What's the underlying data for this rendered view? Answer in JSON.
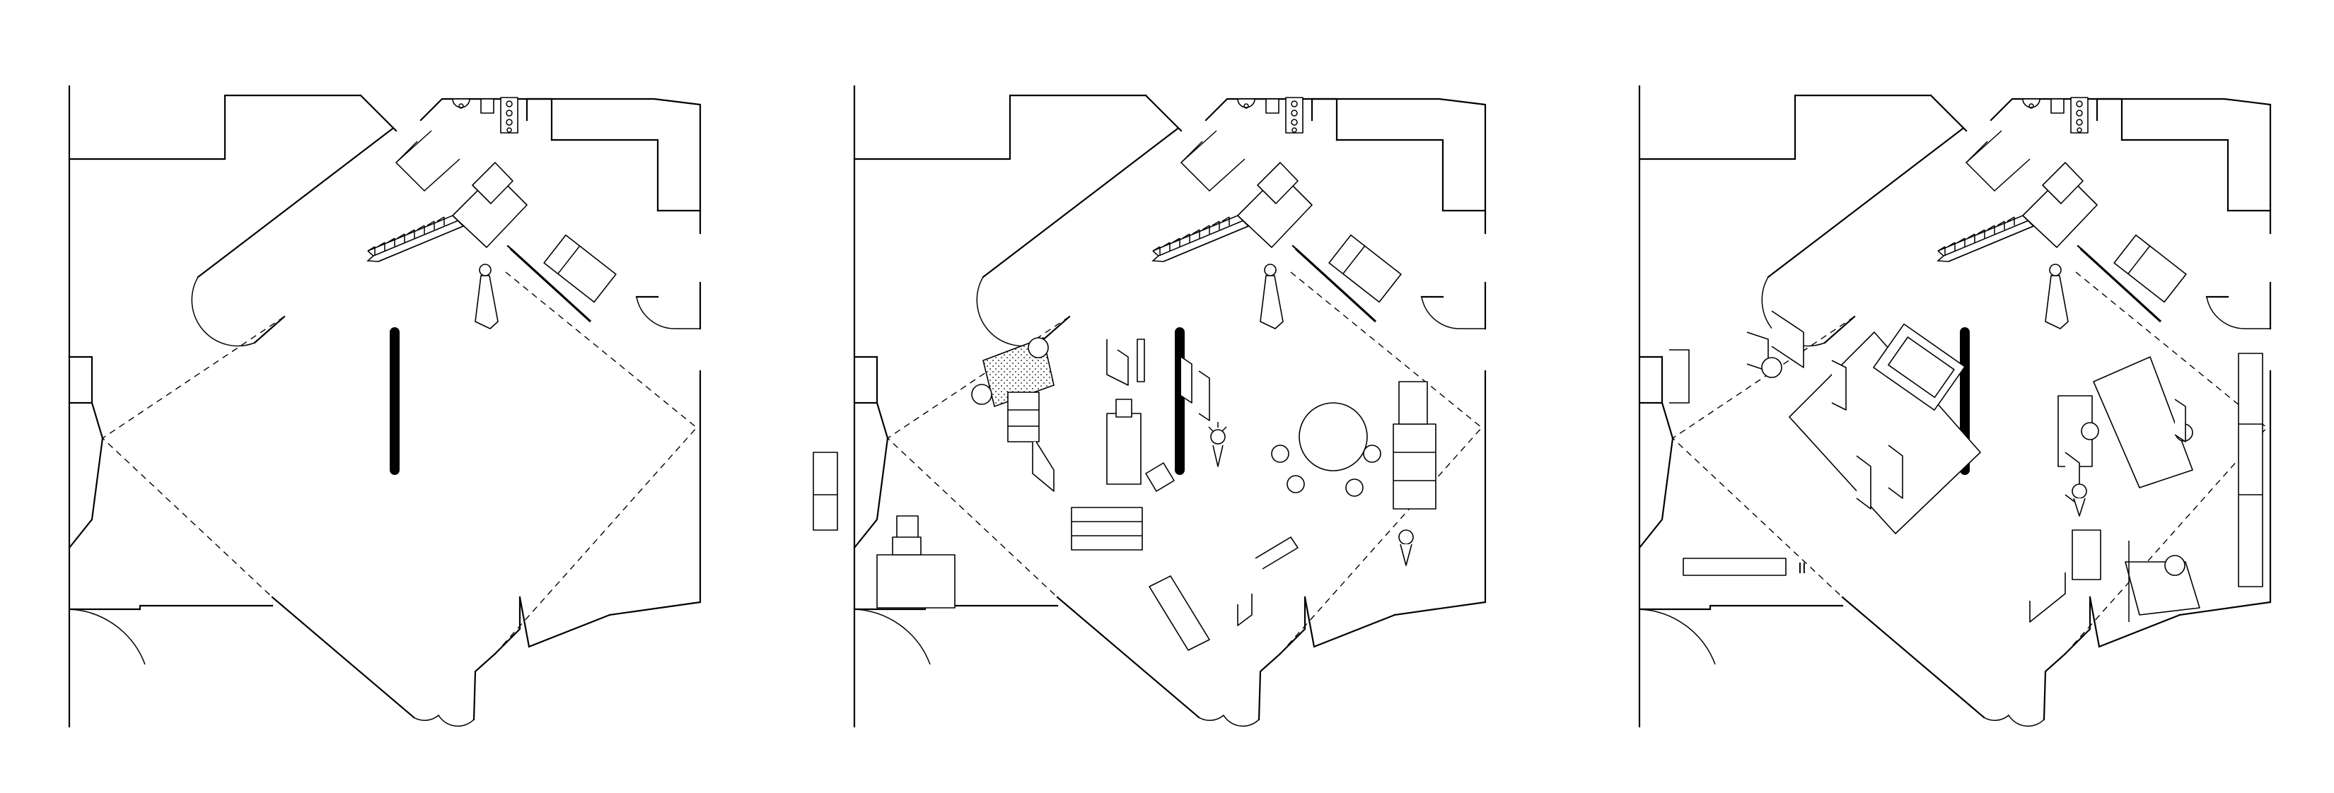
{
  "figure": {
    "panels": [
      {
        "id": "plan-empty",
        "label": ""
      },
      {
        "id": "plan-layout-a",
        "label": ""
      },
      {
        "id": "plan-layout-b",
        "label": "",
        "tag": "II"
      }
    ]
  },
  "colors": {
    "ink": "#000000",
    "paper": "#ffffff"
  }
}
